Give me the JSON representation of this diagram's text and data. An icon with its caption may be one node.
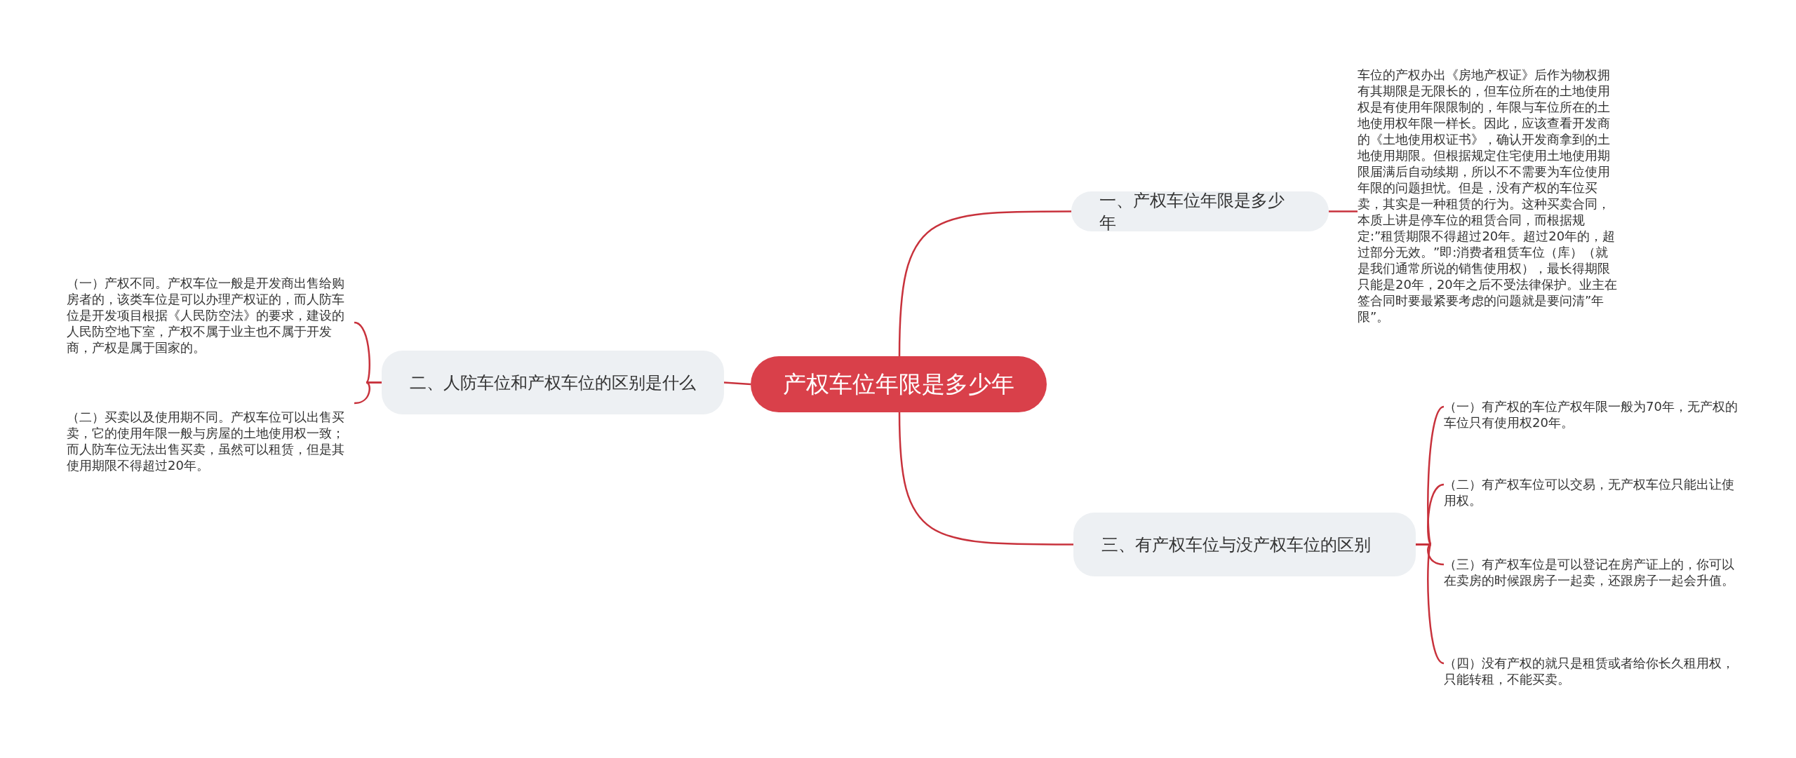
{
  "diagram": {
    "nodes": [
      {
        "text": [
          "产权车位年限是多少年"
        ]
      },
      {
        "text": [
          "一、产权车位年限是多少年"
        ]
      },
      {
        "text": [
          "车位的产权办出《房地产权证》后作为物权拥有其期限是无限长的，但车位所在的土地使用权是有使用年限限制的，年限与车位所在的土地使用权年限一样长。因此，应该查看开发商的《土地使用权证书》，确认开发商拿到的土地使用期限。但根据规定住宅使用土地使用期限届满后自动续期，所以不不需要为车位使用年限的问题担忧。但是，没有产权的车位买卖，其实是一种租赁的行为。这种买卖合同，本质上讲是停车位的租赁合同，而根据规定:”租赁期限不得超过20年。超过20年的，超过部分无效。”即:消费者租赁车位（库）（就是我们通常所说的销售使用权），最长得期限只能是20年，20年之后不受法律保护。业主在签合同时要最紧要考虑的问题就是要问清”年限”。"
        ]
      },
      {
        "text": [
          "二、人防车位和产权车位的区别是什么"
        ]
      },
      {
        "text": [
          "（一）产权不同。产权车位一般是开发商出售给购房者的，该类车位是可以办理产权证的，而人防车位是开发项目根据《人民防空法》的要求，建设的人民防空地下室，产权不属于业主也不属于开发商，产权是属于国家的。"
        ]
      },
      {
        "text": [
          "（二）买卖以及使用期不同。产权车位可以出售买卖，它的使用年限一般与房屋的土地使用权一致；而人防车位无法出售买卖，虽然可以租赁，但是其使用期限不得超过20年。"
        ]
      },
      {
        "text": [
          "三、有产权车位与没产权车位的区别"
        ]
      },
      {
        "text": [
          "（一）有产权的车位产权年限一般为70年，无产权的车位只有使用权20年。"
        ]
      },
      {
        "text": [
          "（二）有产权车位可以交易，无产权车位只能出让使用权。"
        ]
      },
      {
        "text": [
          "（三）有产权车位是可以登记在房产证上的，你可以在卖房的时候跟房子一起卖，还跟房子一起会升值。"
        ]
      },
      {
        "text": [
          "（四）没有产权的就只是租赁或者给你长久租用权，只能转租，不能买卖。"
        ]
      }
    ],
    "edges": [
      {
        "from": 0,
        "to": 1,
        "arrow": "none"
      },
      {
        "from": 1,
        "to": 2,
        "arrow": "none"
      },
      {
        "from": 0,
        "to": 3,
        "arrow": "none"
      },
      {
        "from": 3,
        "to": 4,
        "arrow": "none"
      },
      {
        "from": 3,
        "to": 5,
        "arrow": "none"
      },
      {
        "from": 0,
        "to": 6,
        "arrow": "none"
      },
      {
        "from": 6,
        "to": 7,
        "arrow": "none"
      },
      {
        "from": 6,
        "to": 8,
        "arrow": "none"
      },
      {
        "from": 6,
        "to": 9,
        "arrow": "none"
      },
      {
        "from": 6,
        "to": 10,
        "arrow": "none"
      }
    ]
  }
}
